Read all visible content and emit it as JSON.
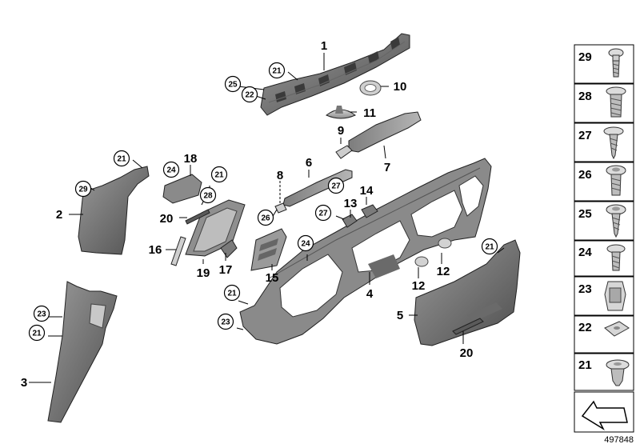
{
  "diagram_labels": {
    "p1": "1",
    "p2": "2",
    "p3": "3",
    "p4": "4",
    "p5": "5",
    "p6": "6",
    "p7": "7",
    "p8": "8",
    "p9": "9",
    "p10": "10",
    "p11": "11",
    "p12a": "12",
    "p12b": "12",
    "p13": "13",
    "p14": "14",
    "p15": "15",
    "p16": "16",
    "p17": "17",
    "p18": "18",
    "p19": "19",
    "p20a": "20",
    "p20b": "20"
  },
  "circled_labels": {
    "c21a": "21",
    "c21b": "21",
    "c21c": "21",
    "c21d": "21",
    "c21e": "21",
    "c21f": "21",
    "c22": "22",
    "c23a": "23",
    "c23b": "23",
    "c24a": "24",
    "c24b": "24",
    "c25": "25",
    "c26": "26",
    "c27a": "27",
    "c27b": "27",
    "c28": "28",
    "c29": "29"
  },
  "legend": [
    {
      "num": "29",
      "icon": "screw-29-icon"
    },
    {
      "num": "28",
      "icon": "screw-28-icon"
    },
    {
      "num": "27",
      "icon": "tapping-screw-27-icon"
    },
    {
      "num": "26",
      "icon": "screw-26-icon"
    },
    {
      "num": "25",
      "icon": "tapping-screw-25-icon"
    },
    {
      "num": "24",
      "icon": "screw-24-icon"
    },
    {
      "num": "23",
      "icon": "clip-nut-23-icon"
    },
    {
      "num": "22",
      "icon": "sheet-nut-22-icon"
    },
    {
      "num": "21",
      "icon": "expanding-rivet-21-icon"
    }
  ],
  "arrow_icon": "direction-arrow-icon",
  "reference_number": "497848"
}
